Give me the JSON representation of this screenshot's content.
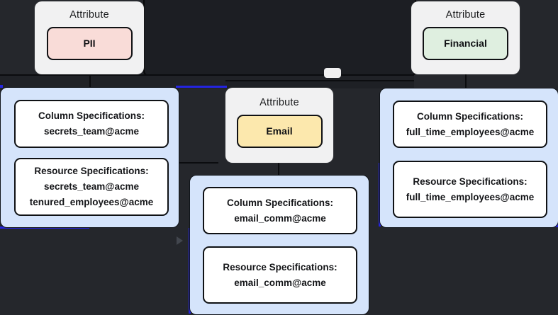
{
  "colors": {
    "background": "#25272c",
    "edge_highlight": "#2424e0",
    "group_fill": "#d5e4fb",
    "attribute_node_fill": "#f1f1f2",
    "pii_tag_fill": "#f9dcd8",
    "financial_tag_fill": "#dfefe0",
    "email_tag_fill": "#fce8ad"
  },
  "attributes": {
    "pii": {
      "title": "Attribute",
      "tag": "PII"
    },
    "financial": {
      "title": "Attribute",
      "tag": "Financial"
    },
    "email": {
      "title": "Attribute",
      "tag": "Email"
    }
  },
  "spec_groups": {
    "secrets": {
      "column": {
        "title": "Column Specifications:",
        "values": [
          "secrets_team@acme"
        ]
      },
      "resource": {
        "title": "Resource Specifications:",
        "values": [
          "secrets_team@acme",
          "tenured_employees@acme"
        ]
      }
    },
    "email_comm": {
      "column": {
        "title": "Column Specifications:",
        "values": [
          "email_comm@acme"
        ]
      },
      "resource": {
        "title": "Resource Specifications:",
        "values": [
          "email_comm@acme"
        ]
      }
    },
    "full_time": {
      "column": {
        "title": "Column Specifications:",
        "values": [
          "full_time_employees@acme"
        ]
      },
      "resource": {
        "title": "Resource Specifications:",
        "values": [
          "full_time_employees@acme"
        ]
      }
    }
  }
}
